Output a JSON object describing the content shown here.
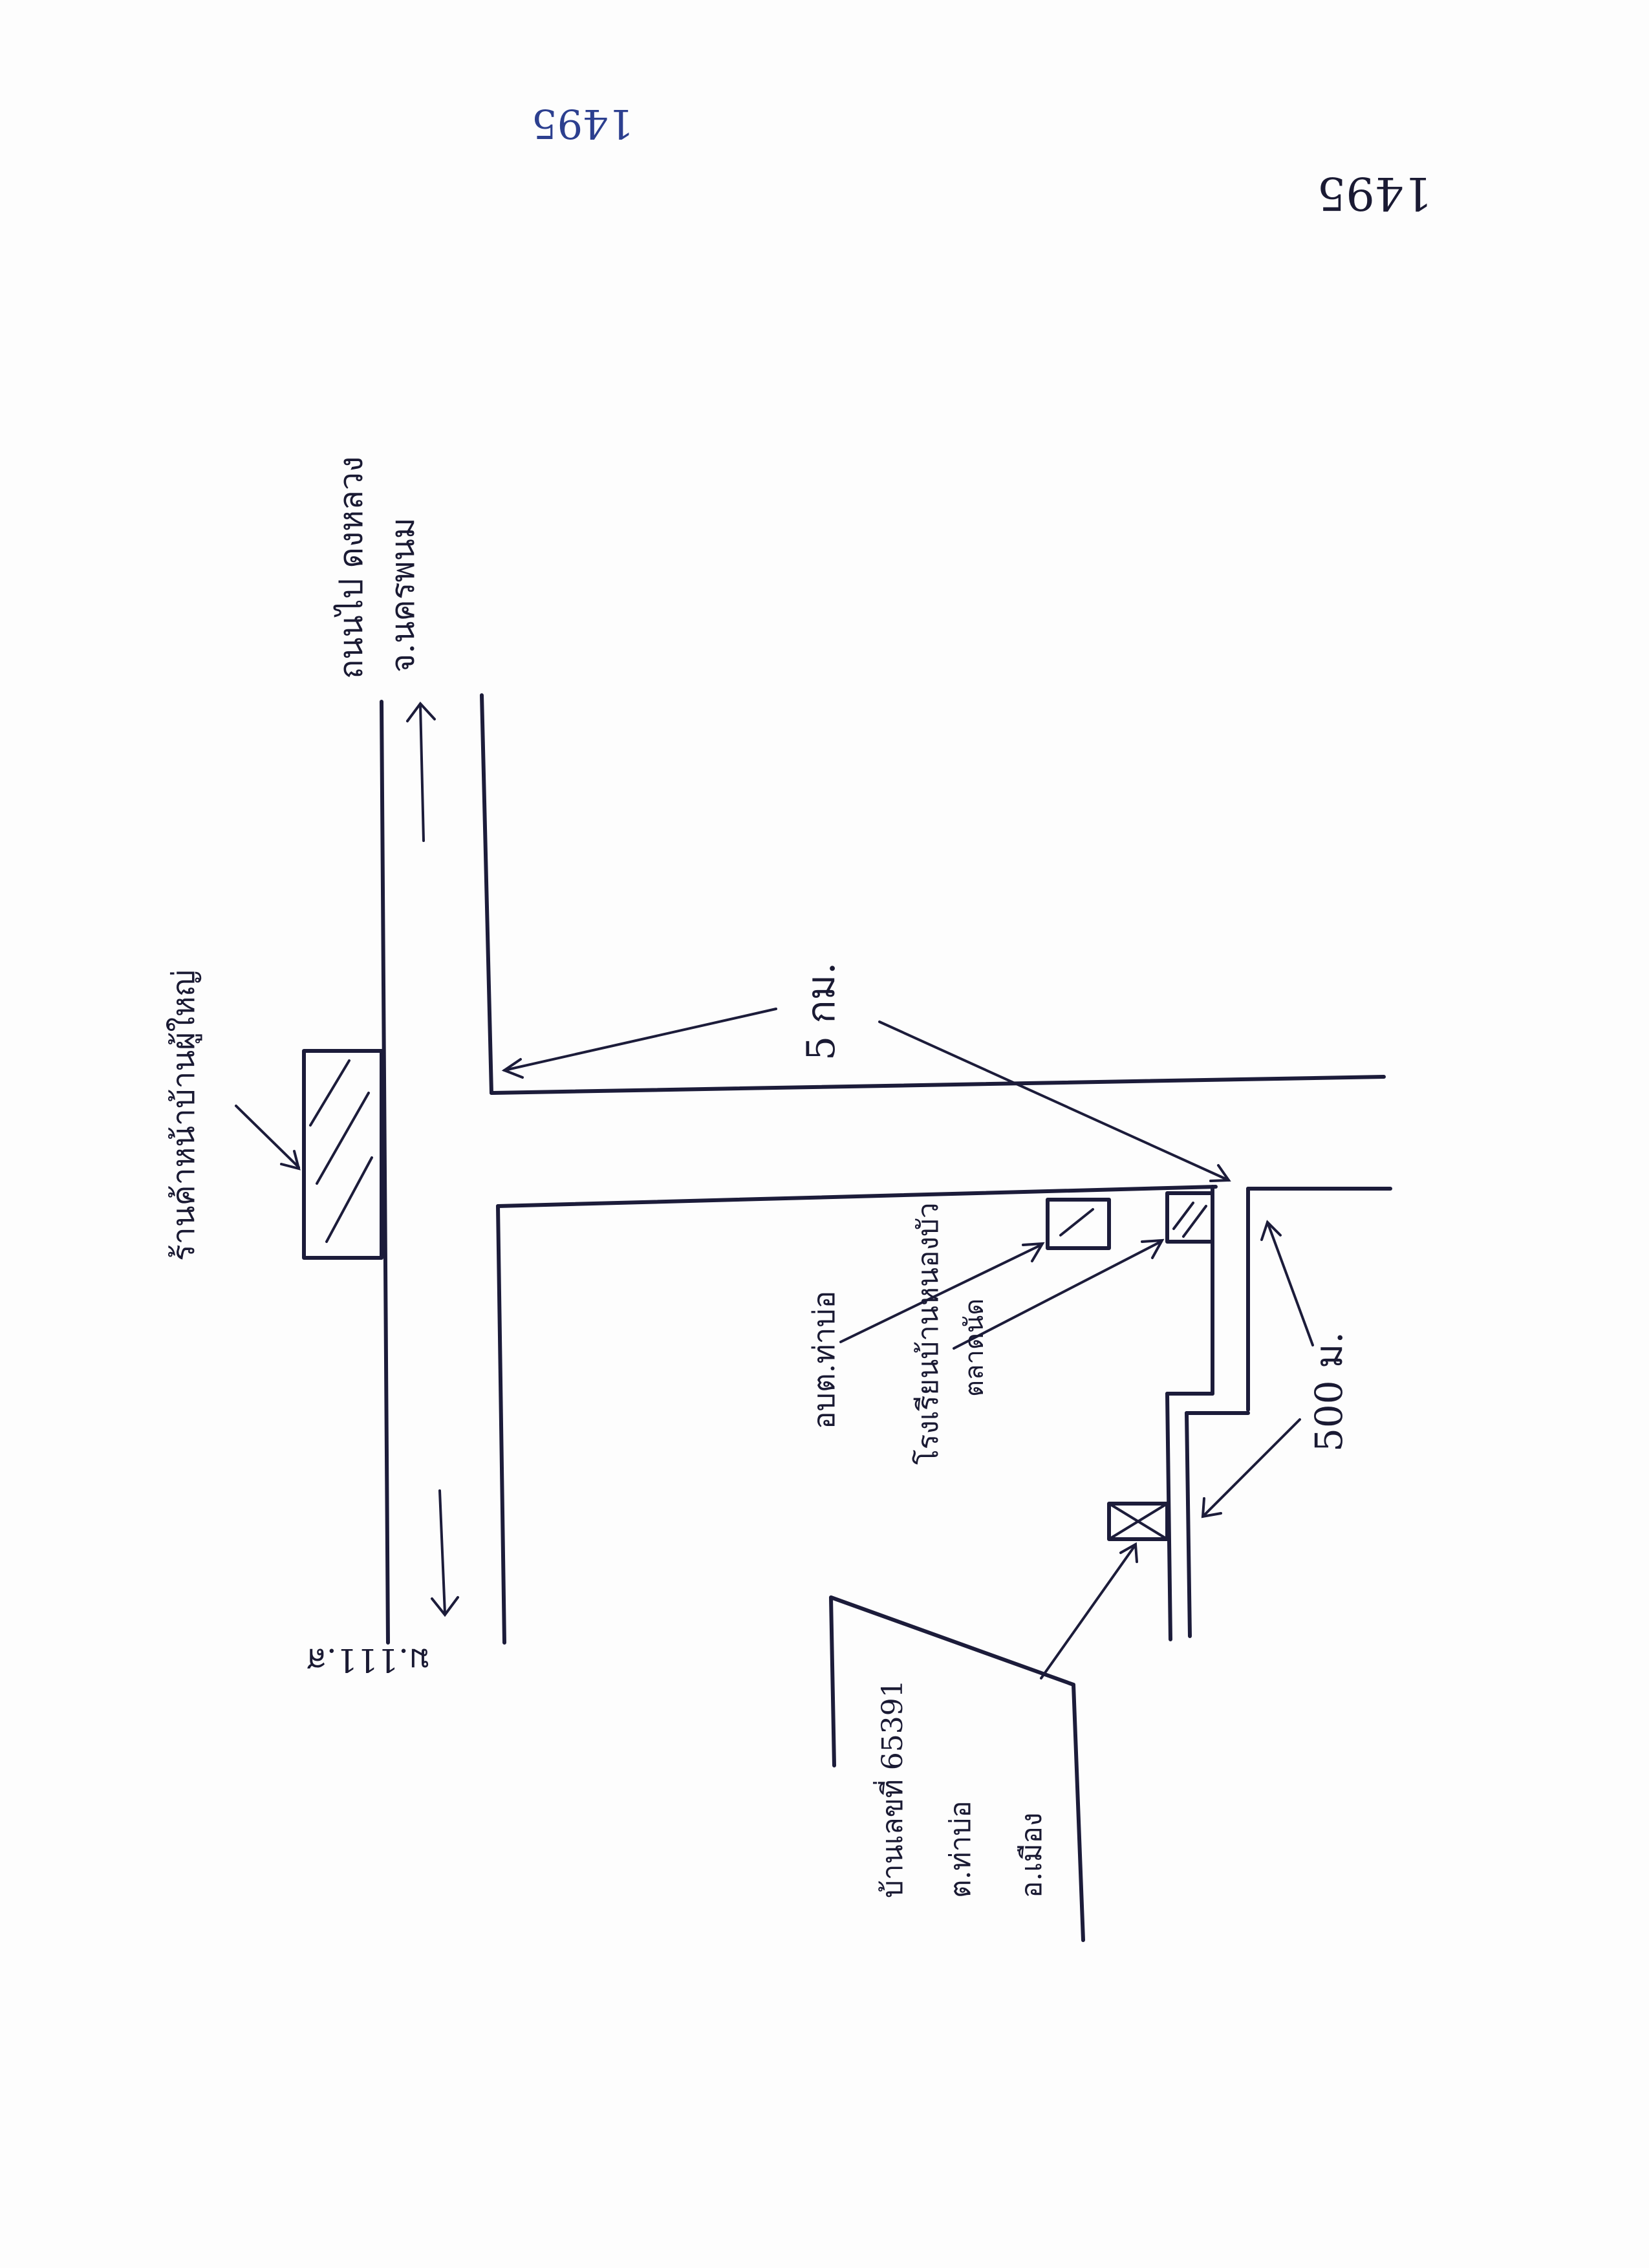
{
  "page_marks": {
    "page_number": "1495",
    "stamp_number": "1495"
  },
  "labels": {
    "road_north": "ถนนไป ดงหลวง",
    "road_north_destination": "จ.นครพนม",
    "road_south": "ม.111.ส",
    "landmark_top": "ร้านค้าหน้าบ้านผู้ใหญ่",
    "distance_junction": "5 กม.",
    "distance_side_road": "500 ม.",
    "office_label": "อบต.ท่าบ่อ",
    "market_label": "ตลาดนัด",
    "school_label": "โรงเรียนบ้านหนองบัว",
    "target_label_line1": "บ้านเลขที่ 65391",
    "target_label_line2": "ต.ท่าบ่อ",
    "target_label_line3": "อ.เมือง"
  }
}
